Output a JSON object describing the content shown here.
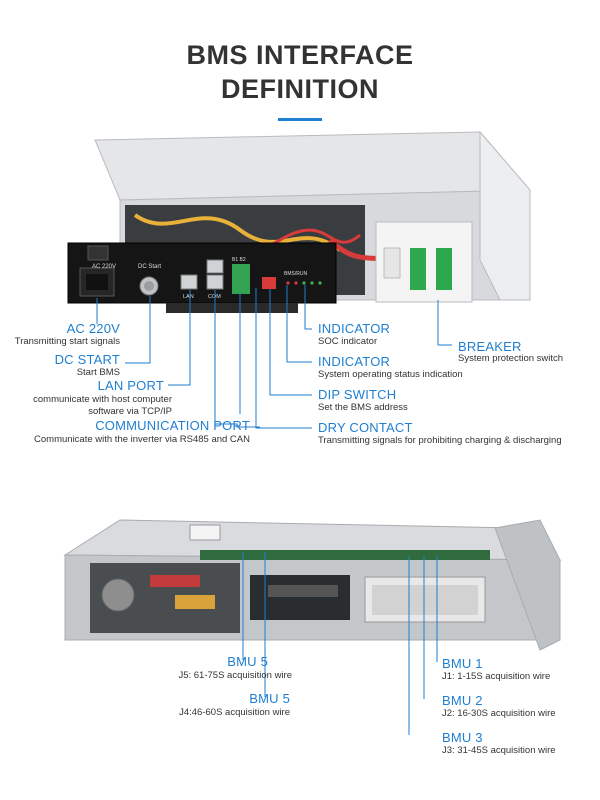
{
  "title_line1": "BMS INTERFACE",
  "title_line2": "DEFINITION",
  "top_labels": {
    "ac220v": {
      "label": "AC 220V",
      "desc": "Transmitting start signals"
    },
    "dc_start": {
      "label": "DC START",
      "desc": "Start BMS"
    },
    "lan_port": {
      "label": "LAN PORT",
      "desc1": "communicate with host computer",
      "desc2": "software via TCP/IP"
    },
    "comm_port": {
      "label": "COMMUNICATION PORT",
      "desc": "Communicate with the inverter via RS485 and CAN"
    },
    "indicator_soc": {
      "label": "INDICATOR",
      "desc": "SOC indicator"
    },
    "indicator_status": {
      "label": "INDICATOR",
      "desc": "System operating status indication"
    },
    "dip_switch": {
      "label": "DIP SWITCH",
      "desc": "Set the BMS address"
    },
    "dry_contact": {
      "label": "DRY CONTACT",
      "desc": "Transmitting signals for prohibiting charging & discharging"
    },
    "breaker": {
      "label": "BREAKER",
      "desc": "System protection switch"
    }
  },
  "device_text": {
    "ac": "AC 220V",
    "dc": "DC Start",
    "lan": "LAN",
    "com": "COM",
    "b": "B1  B2",
    "run": "BMS/RUN"
  },
  "bottom_labels": {
    "bmu5a": {
      "label": "BMU 5",
      "desc": "J5: 61-75S acquisition wire"
    },
    "bmu5b": {
      "label": "BMU 5",
      "desc": "J4:46-60S acquisition wire"
    },
    "bmu1": {
      "label": "BMU 1",
      "desc": "J1: 1-15S acquisition wire"
    },
    "bmu2": {
      "label": "BMU 2",
      "desc": "J2: 16-30S acquisition wire"
    },
    "bmu3": {
      "label": "BMU 3",
      "desc": "J3: 31-45S acquisition wire"
    }
  },
  "colors": {
    "accent": "#1f7fd1",
    "text": "#333333"
  }
}
